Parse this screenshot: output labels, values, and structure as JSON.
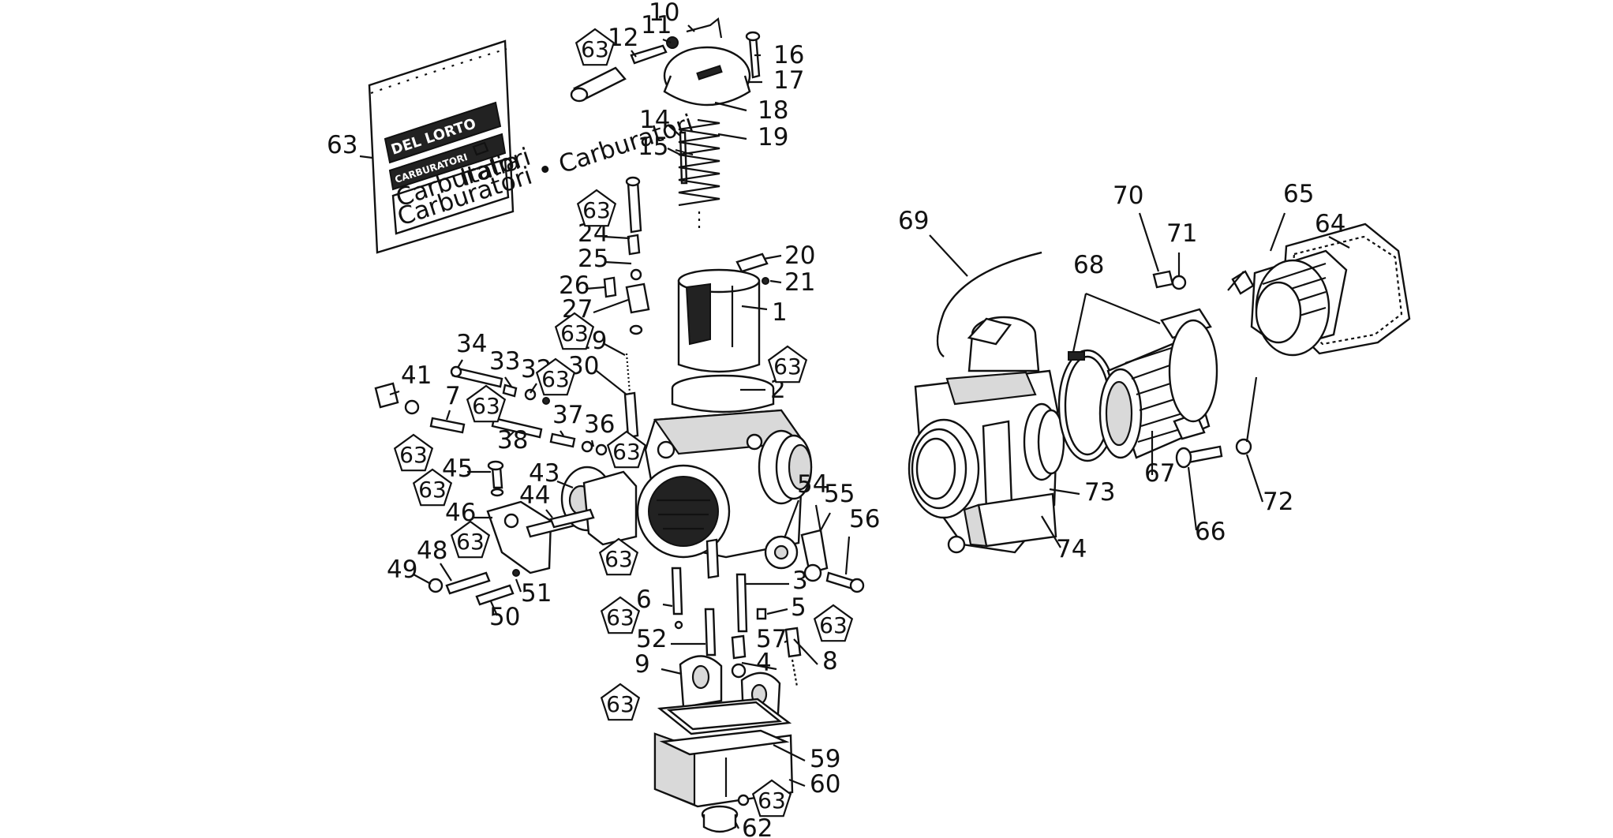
{
  "diagram": {
    "bag_text": {
      "brand": "DEL LORTO",
      "line2": "CARBURATORI",
      "line3a": "Carburatori",
      "line3b": "Italia",
      "line4": "Carburatori • Carburatori"
    },
    "ref_tag": "63",
    "labels": [
      "1",
      "2",
      "3",
      "4",
      "5",
      "6",
      "7",
      "8",
      "9",
      "10",
      "11",
      "12",
      "14",
      "15",
      "16",
      "17",
      "18",
      "19",
      "20",
      "21",
      "24",
      "25",
      "26",
      "27",
      "29",
      "30",
      "32",
      "33",
      "34",
      "36",
      "37",
      "38",
      "41",
      "43",
      "44",
      "45",
      "46",
      "48",
      "49",
      "50",
      "51",
      "52",
      "54",
      "55",
      "56",
      "57",
      "59",
      "60",
      "62",
      "63",
      "64",
      "65",
      "66",
      "67",
      "68",
      "69",
      "70",
      "71",
      "72",
      "73",
      "74"
    ]
  }
}
